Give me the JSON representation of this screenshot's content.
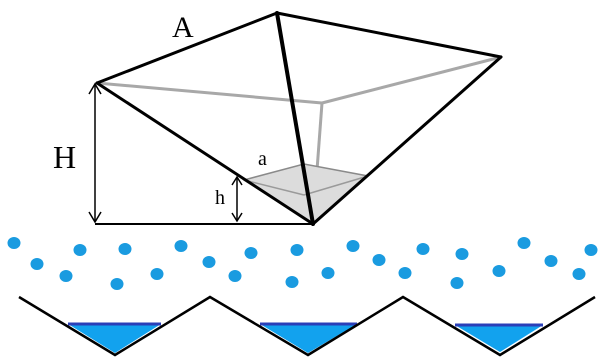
{
  "labels": {
    "big_side": "A",
    "big_height": "H",
    "small_side": "a",
    "small_height": "h"
  },
  "colors": {
    "line_dark": "#000000",
    "line_hidden": "#a8a8a8",
    "small_pyramid_fill": "#dcdcdc",
    "drop": "#1a9be0",
    "water": "#12a2ee",
    "water_surface": "#2a3fb8"
  }
}
